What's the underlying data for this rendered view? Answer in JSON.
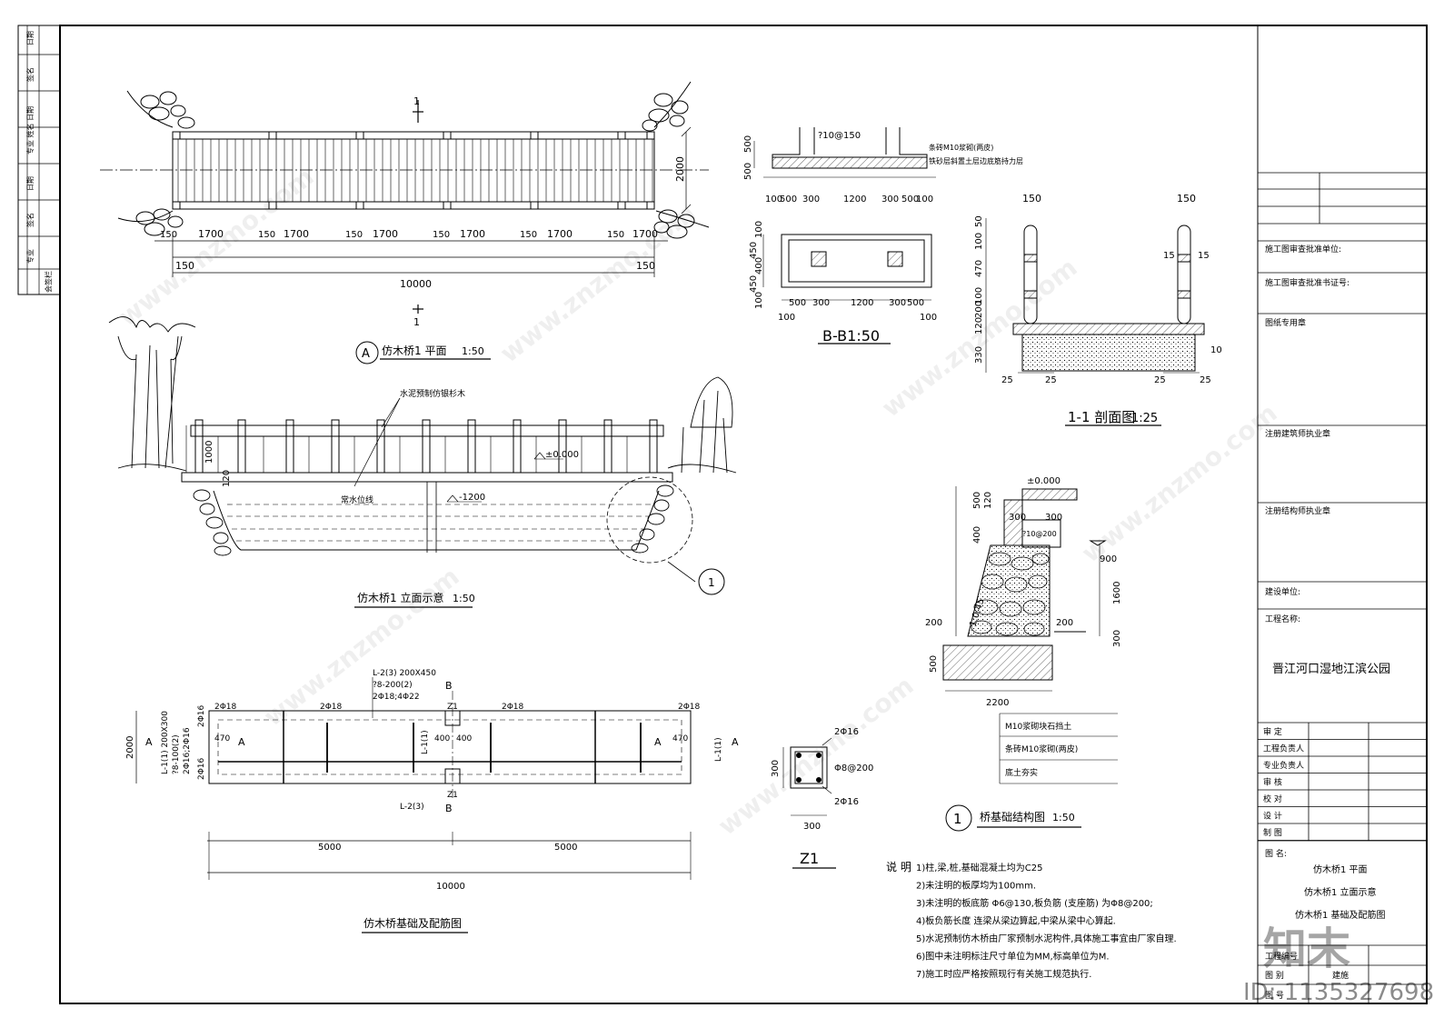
{
  "plan": {
    "title": "仿木桥1 平面",
    "scale": "1:50",
    "badge": "A",
    "section_mark": "1",
    "width_dim": "2000",
    "end_dims": [
      "150",
      "150"
    ],
    "bay_dims": [
      "1700",
      "1700",
      "1700",
      "1700",
      "1700",
      "1700"
    ],
    "post_dims": [
      "150",
      "150",
      "150",
      "150",
      "150"
    ],
    "total_dim": "10000"
  },
  "elevation": {
    "title": "仿木桥1 立面示意",
    "scale": "1:50",
    "label_rail": "水泥预制仿银杉木",
    "label_water": "常水位线",
    "h_rail": "1000",
    "h_deck": "120",
    "level_top": "±0.000",
    "level_water": "-1200",
    "detail_ref": "1"
  },
  "foundation": {
    "title": "仿木桥基础及配筋图",
    "beam_top": [
      "L-2(3) 200X450",
      "?8-200(2)",
      "2Φ18;4Φ22"
    ],
    "beam_side": [
      "L-1(1) 200X300",
      "?8-100(2)",
      "2Φ16;2Φ16"
    ],
    "rebar_top": [
      "2Φ18",
      "2Φ18",
      "2Φ18",
      "2Φ18"
    ],
    "rebar_left": [
      "2Φ16",
      "2Φ16"
    ],
    "l1_mid": "L-1(1)",
    "l1_right": "L-1(1)",
    "l2_bottom": "L-2(3)",
    "z1_top": "Z1",
    "z1_bottom": "Z1",
    "mid_dims": [
      "400",
      "400"
    ],
    "end_dim": "470",
    "mark_A": "A",
    "mark_B": "B",
    "width_dim": "2000",
    "half_dims": [
      "5000",
      "5000"
    ],
    "total_dim": "10000"
  },
  "z1": {
    "title": "Z1",
    "rebar1": "2Φ16",
    "stirrup": "Φ8@200",
    "rebar2": "2Φ16",
    "size": "300"
  },
  "section_bb": {
    "title": "B-B1:50",
    "top_note": "?10@150",
    "note1": "条砖M10浆砌(两皮)",
    "note2": "铁砂层斜置土层边底筋持力层",
    "heights": [
      "500",
      "500"
    ],
    "top_dims": [
      "100",
      "500",
      "300",
      "1200",
      "300",
      "500",
      "100"
    ],
    "plan_h": [
      "100",
      "450",
      "400",
      "450",
      "100"
    ],
    "plan_dims": [
      "500",
      "300",
      "1200",
      "300",
      "500"
    ],
    "plan_ends": [
      "100",
      "100"
    ]
  },
  "section_11": {
    "title": "1-1 剖面图",
    "scale": "1:25",
    "post_w": [
      "150",
      "150"
    ],
    "heights": [
      "50",
      "100",
      "470",
      "100",
      "200",
      "120",
      "330"
    ],
    "side": [
      "15",
      "15",
      "10"
    ],
    "bottom": [
      "25",
      "25",
      "25",
      "25"
    ]
  },
  "bridge_foundation": {
    "title": "桥基础结构图",
    "scale": "1:50",
    "badge": "1",
    "level": "±0.000",
    "rebar": "?10@200",
    "dims_left": [
      "500",
      "120",
      "400",
      "500"
    ],
    "dims_top": [
      "300",
      "300"
    ],
    "slope": "1:0.45",
    "d900": "900",
    "d1600": "1600",
    "d200a": "200",
    "d200b": "200",
    "d300": "300",
    "d500": "500",
    "base": "2200",
    "legend": [
      "M10浆砌块石挡土",
      "条砖M10浆砌(两皮)",
      "底土夯实"
    ]
  },
  "notes": {
    "label": "说 明",
    "items": [
      "1)柱,梁,桩,基础混凝土均为C25",
      "2)未注明的板厚均为100mm.",
      "3)未注明的板底筋  Φ6@130,板负筋 (支座筋) 为Φ8@200;",
      "4)板负筋长度  连梁从梁边算起,中梁从梁中心算起.",
      "5)水泥预制仿木桥由厂家预制水泥构件,具体施工事宜由厂家自理.",
      "6)图中未注明标注尺寸单位为MM,标高单位为M.",
      "7)施工时应严格按照现行有关施工规范执行."
    ]
  },
  "title_block": {
    "approval_unit": "施工图审查批准单位:",
    "approval_cert": "施工图审查批准书证号:",
    "drawing_seal": "图纸专用章",
    "architect_seal": "注册建筑师执业章",
    "structural_seal": "注册结构师执业章",
    "client": "建设单位:",
    "project_label": "工程名称:",
    "project_name": "晋江河口湿地江滨公园",
    "roles": [
      "审  定",
      "工程负责人",
      "专业负责人",
      "审  核",
      "校  对",
      "设  计",
      "制  图"
    ],
    "drawing_name_label": "图 名:",
    "drawing_names": [
      "仿木桥1 平面",
      "仿木桥1 立面示意",
      "仿木桥1 基础及配筋图"
    ],
    "footer": [
      "工程编号",
      "图  别",
      "图  号"
    ],
    "footer_vals": [
      "",
      "建施",
      ""
    ]
  },
  "left_strip": [
    "日期",
    "签名",
    "专业 姓名 日期",
    "日期",
    "签名",
    "专业",
    "会签栏"
  ],
  "watermark": {
    "brand": "知末",
    "site": "www.znzmo.com",
    "id": "ID: 1135327698"
  }
}
